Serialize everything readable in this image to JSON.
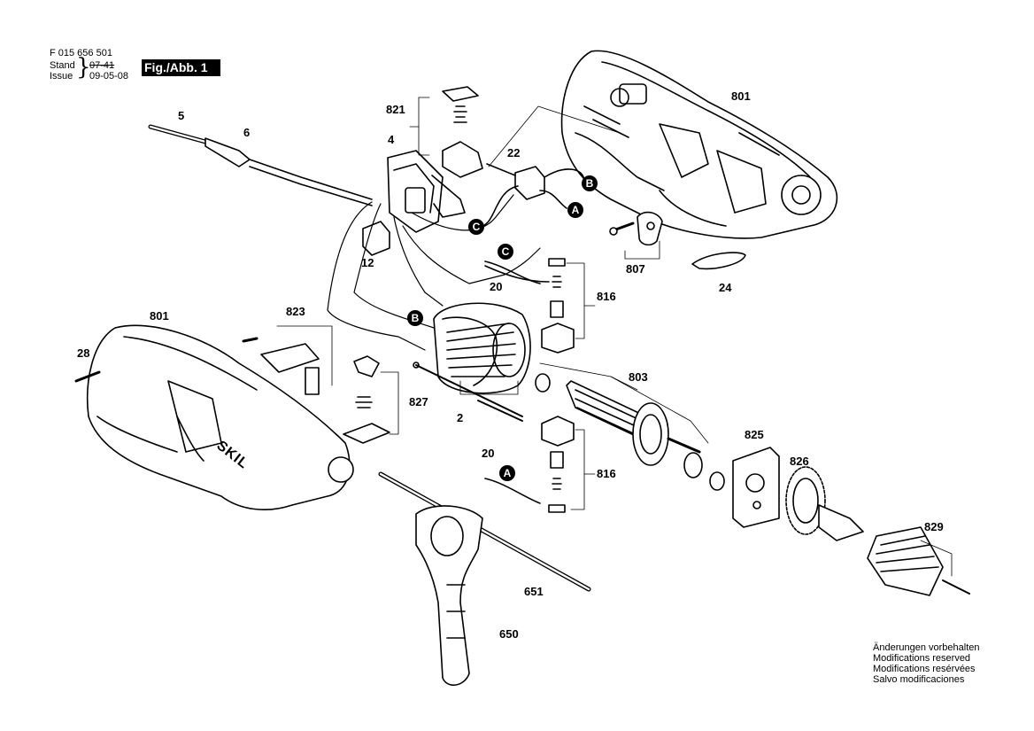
{
  "header": {
    "part_number": "F 015 656 501",
    "stand_label": "Stand",
    "issue_label": "Issue",
    "old_date": "07-41",
    "date": "09-05-08",
    "figure": "Fig./Abb. 1"
  },
  "labels": {
    "p5": "5",
    "p6": "6",
    "p4": "4",
    "p821": "821",
    "p22": "22",
    "p801_top": "801",
    "p12": "12",
    "p807": "807",
    "p24": "24",
    "p20_top": "20",
    "p816_top": "816",
    "p801_left": "801",
    "p823": "823",
    "p28": "28",
    "p803": "803",
    "p827": "827",
    "p2": "2",
    "p825": "825",
    "p826": "826",
    "p20_bottom": "20",
    "p816_bottom": "816",
    "p829": "829",
    "p651": "651",
    "p650": "650"
  },
  "connectors": {
    "a1": "A",
    "a2": "A",
    "b1": "B",
    "b2": "B",
    "c1": "C",
    "c2": "C"
  },
  "notes": [
    "Änderungen vorbehalten",
    "Modifications reserved",
    "Modifications resérvées",
    "Salvo modificaciones"
  ],
  "brand": "SKIL"
}
